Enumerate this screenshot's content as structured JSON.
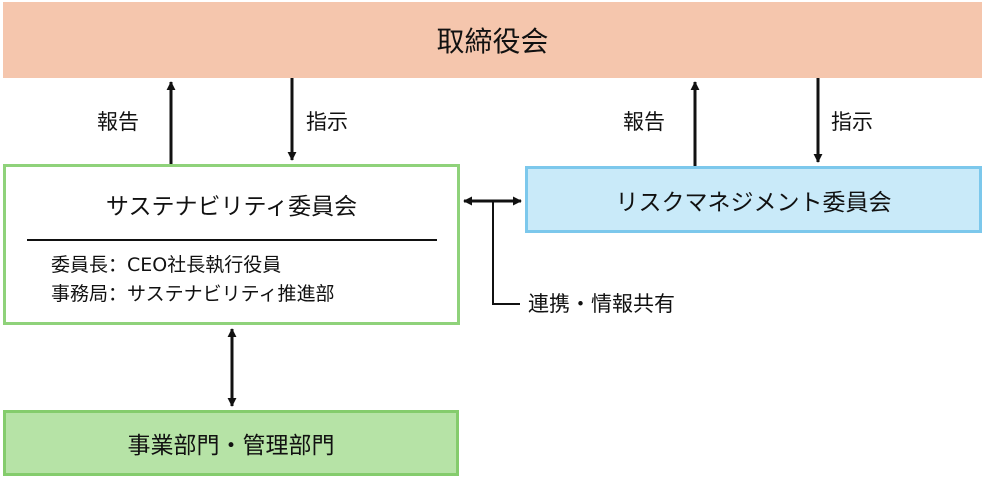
{
  "board": {
    "label": "取締役会"
  },
  "sustainability_committee": {
    "title": "サステナビリティ委員会",
    "chair": "委員長：CEO社長執行役員",
    "secretariat": "事務局：サステナビリティ推進部"
  },
  "risk_committee": {
    "title": "リスクマネジメント委員会"
  },
  "departments": {
    "label": "事業部門・管理部門"
  },
  "edges": {
    "left_report": "報告",
    "left_instruct": "指示",
    "right_report": "報告",
    "right_instruct": "指示",
    "collab": "連携・情報共有"
  },
  "colors": {
    "board_fill": "#f5c6ad",
    "sustainability_border": "#8fd27a",
    "risk_fill": "#c9eaf9",
    "risk_border": "#7cc8ec",
    "departments_fill": "#b6e3a6"
  }
}
